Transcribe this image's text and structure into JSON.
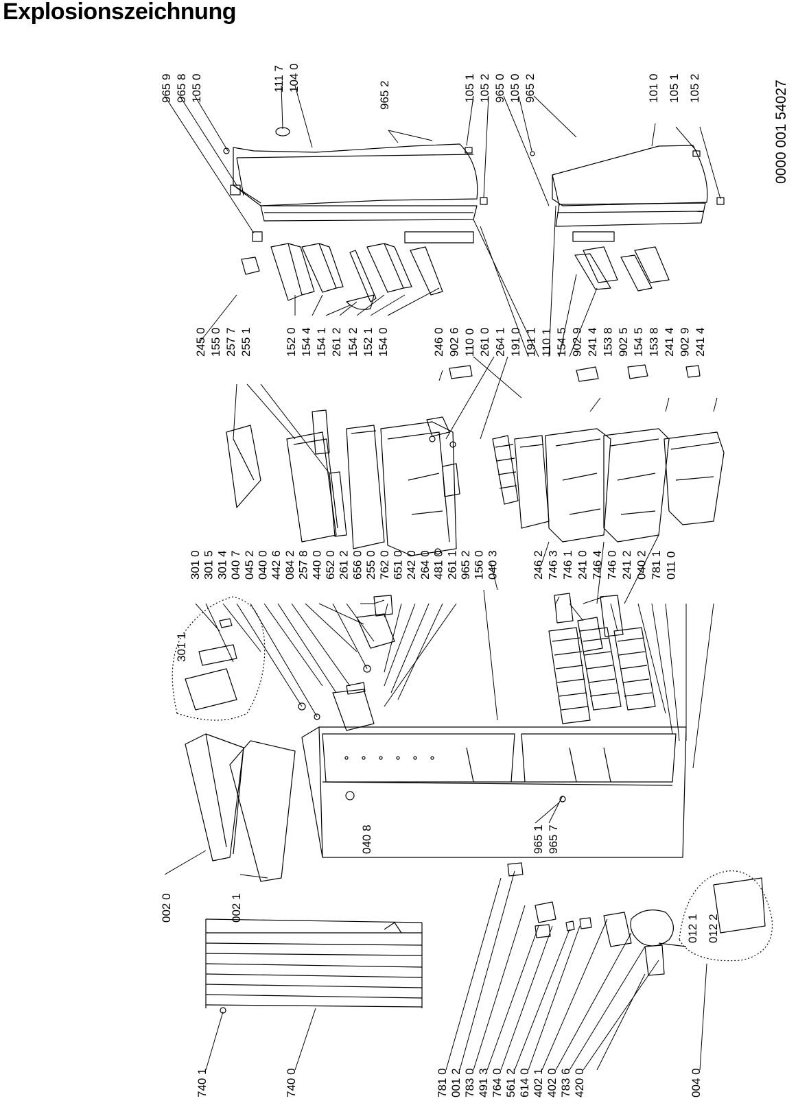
{
  "title": "Explosionszeichnung",
  "drawing_number": "0000 001 54027",
  "part_numbers": {
    "col_top_left": [
      "965 9",
      "965 8",
      "105 0"
    ],
    "col_top_mid": [
      "111 7",
      "104 0"
    ],
    "col_top_965": [
      "965 2"
    ],
    "col_top_right": [
      "105 1",
      "105 2",
      "965 0",
      "105 0",
      "965 2"
    ],
    "col_top_far": [
      "101 0",
      "105 1",
      "105 2"
    ],
    "col_row2_a": [
      "245 0",
      "155 0",
      "257 7",
      "255 1"
    ],
    "col_row2_b": [
      "152 0",
      "154 4",
      "154 1",
      "261 2"
    ],
    "col_row2_c": [
      "154 2",
      "152 1",
      "154 0"
    ],
    "col_row2_d": [
      "246 0",
      "902 6",
      "110 0",
      "261 0",
      "264 1",
      "191 0",
      "191 1",
      "110 1",
      "154 5",
      "902 9",
      "241 4",
      "153 8",
      "902 5",
      "154 5",
      "153 8",
      "241 4",
      "902 9",
      "241 4"
    ],
    "col_row3_a": [
      "301 0",
      "301 5",
      "301 4",
      "040 7",
      "045 2",
      "040 0",
      "442 6",
      "084 2",
      "257 8",
      "440 0",
      "652 0",
      "261 2",
      "656 0",
      "255 0",
      "762 0",
      "651 0",
      "242 0",
      "264 0",
      "481 0",
      "261 1",
      "965 2",
      "156 0",
      "040 3"
    ],
    "col_row3_b": [
      "246 2",
      "746 3",
      "746 1",
      "241 0",
      "746 4",
      "746 0",
      "241 2",
      "040 2",
      "781 1",
      "011 0"
    ],
    "label_301_1": "301 1",
    "col_row4_a": [
      "002 0",
      "002 1"
    ],
    "col_row4_b": [
      "040 8"
    ],
    "col_row4_c": [
      "965 1",
      "965 7"
    ],
    "col_bottom": [
      "740 1",
      "740 0",
      "781 0",
      "001 2",
      "783 0",
      "491 3",
      "764 0",
      "561 2",
      "614 0",
      "402 1",
      "402 0",
      "783 6",
      "420 0",
      "004 0"
    ],
    "col_012": [
      "012 1",
      "012 2"
    ]
  }
}
